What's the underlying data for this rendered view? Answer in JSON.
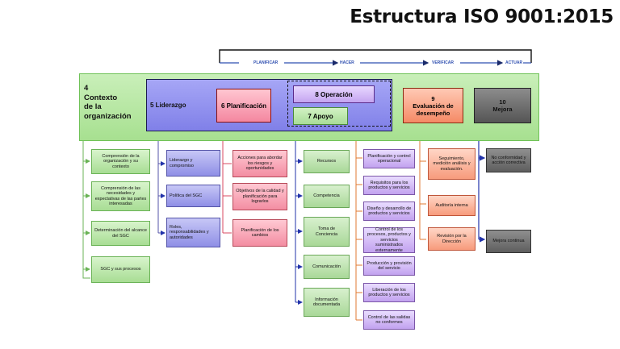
{
  "title": "Estructura ISO 9001:2015",
  "pdca": {
    "planificar": "PLANIFICAR",
    "hacer": "HACER",
    "verificar": "VERIFICAR",
    "actuar": "ACTUAR"
  },
  "main": {
    "contexto_num": "4",
    "contexto_l1": "Contexto",
    "contexto_l2": "de la",
    "contexto_l3": "organización",
    "liderazgo": "5 Liderazgo",
    "planificacion": "6 Planificación",
    "operacion": "8 Operación",
    "apoyo": "7 Apoyo",
    "evaluacion_num": "9",
    "evaluacion_l1": "Evaluación de",
    "evaluacion_l2": "desempeño",
    "mejora_num": "10",
    "mejora_lbl": "Mejora"
  },
  "contexto_items": [
    "Comprensión de la organización y su contexto",
    "Comprensión de las necesidades y expectativas de las partes interesadas",
    "Determinación del alcance del SGC",
    "SGC y sus procesos"
  ],
  "liderazgo_items": [
    "Liderazgo y compromiso",
    "Política del SGC",
    "Roles, responsabilidades y autoridades"
  ],
  "planificacion_items": [
    "Acciones para abordar los riesgos y oportunidades",
    "Objetivos de la calidad y planificación para lograrlos",
    "Planificación de los cambios"
  ],
  "apoyo_items": [
    "Recursos",
    "Competencia",
    "Toma de Conciencia",
    "Comunicación",
    "Información documentada"
  ],
  "operacion_items": [
    "Planificación y control operacional",
    "Requisitos para los productos y servicios",
    "Diseño y desarrollo de productos y servicios",
    "Control de los procesos, productos y servicios suministrados externamente",
    "Producción y provisión del servicio",
    "Liberación de los productos y servicios",
    "Control de las salidas no conformes"
  ],
  "evaluacion_items": [
    "Seguimiento, medición análisis y evaluación.",
    "Auditoría interna",
    "Revisión por la Dirección"
  ],
  "mejora_items": [
    "No conformidad y acción correctiva",
    "Mejora continua"
  ]
}
